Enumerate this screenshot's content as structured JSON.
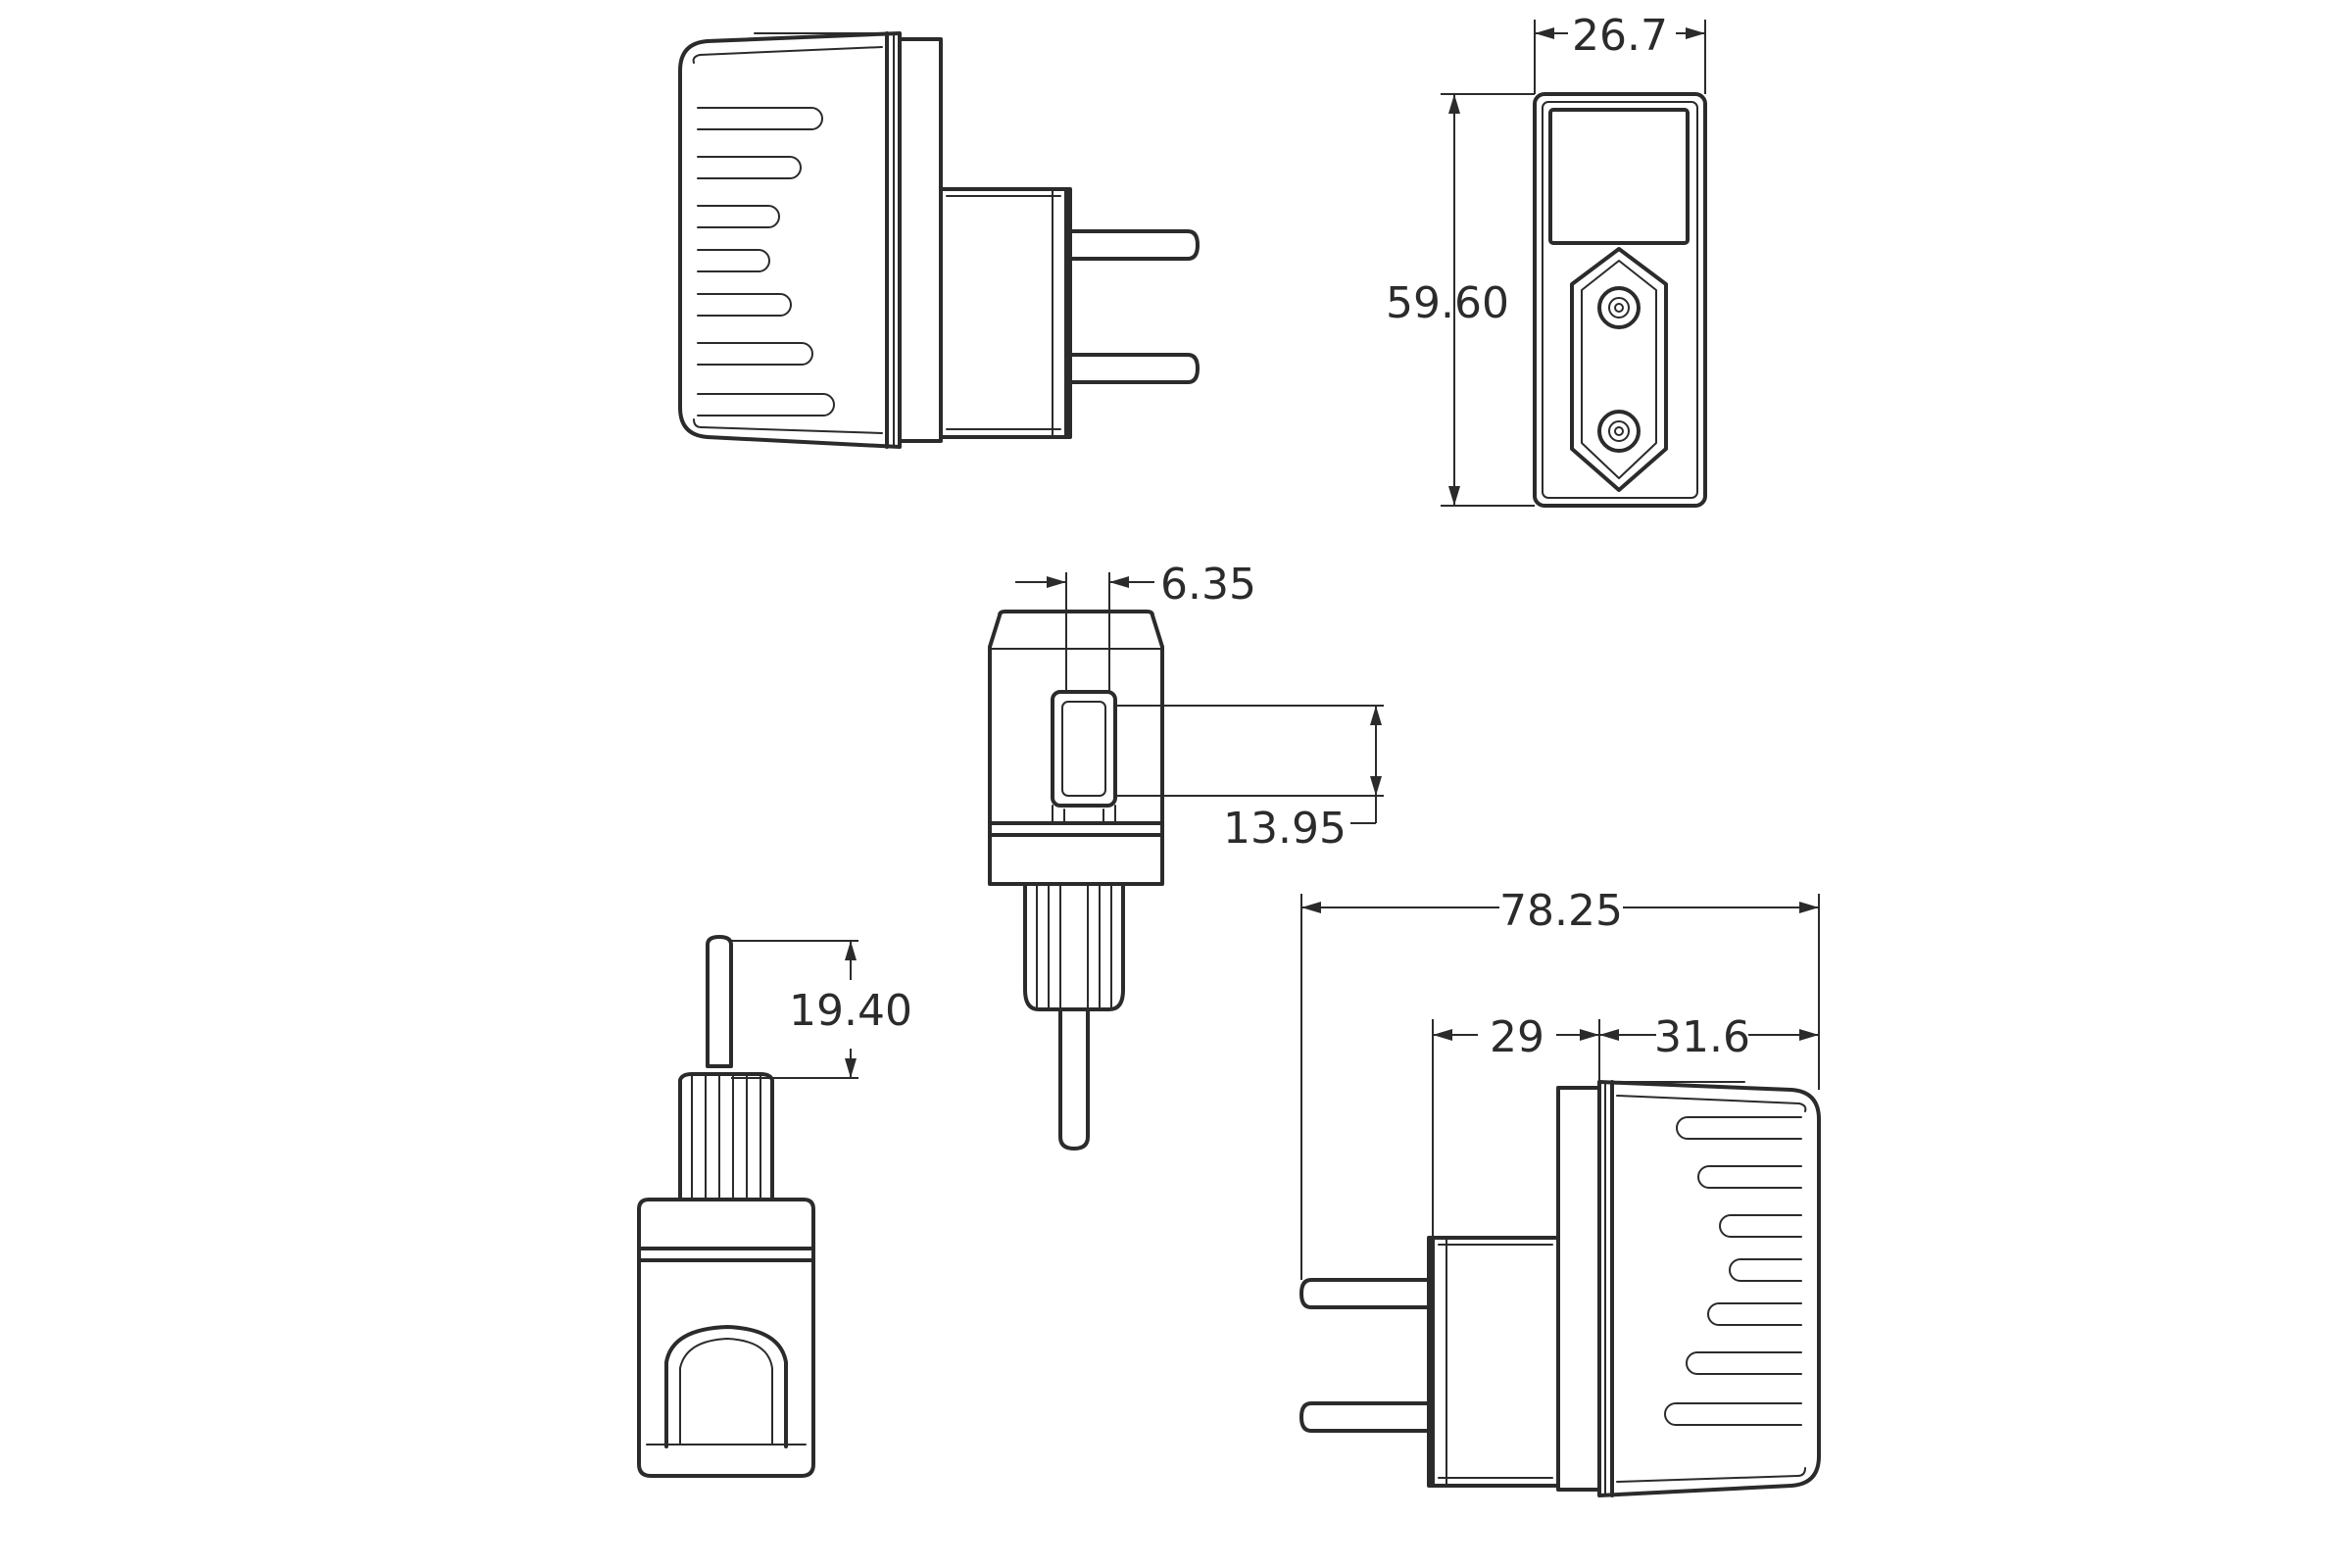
{
  "dimensions": {
    "width_top": "26.7",
    "height": "59.60",
    "usb_width": "6.35",
    "usb_height": "13.95",
    "pin_length": "19.40",
    "overall_length": "78.25",
    "plug_depth": "29",
    "body_depth": "31.6"
  },
  "colors": {
    "line": "#2b2b2b",
    "background": "#ffffff"
  }
}
